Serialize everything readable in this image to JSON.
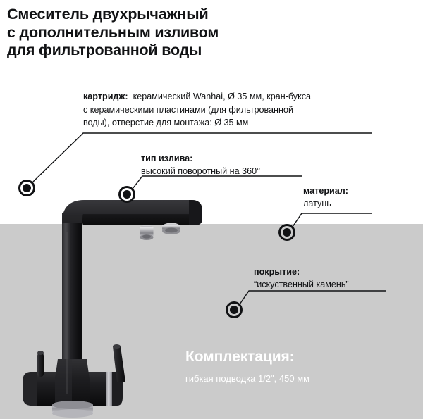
{
  "title": {
    "line1": "Смеситель двухрычажный",
    "line2": "с дополнительным изливом",
    "line3": "для фильтрованной воды"
  },
  "callouts": [
    {
      "id": "cartridge",
      "label": "картридж:",
      "value_line1": "керамический Wanhai, Ø 35 мм, кран-букса",
      "value_line2": "с керамическими пластинами (для фильтрованной",
      "value_line3": "воды), отверстие для монтажа: Ø 35 мм"
    },
    {
      "id": "spout-type",
      "label": "тип излива:",
      "value_line1": "высокий поворотный на 360°"
    },
    {
      "id": "material",
      "label": "материал:",
      "value_line1": "латунь"
    },
    {
      "id": "coating",
      "label": "покрытие:",
      "value_line1": "“искуственный камень”"
    }
  ],
  "kit": {
    "title": "Комплектация:",
    "items_line1": "гибкая подводка 1/2\", 450 мм"
  },
  "colors": {
    "background_top": "#ffffff",
    "background_bottom": "#cbcbcb",
    "text": "#111214",
    "kit_text": "#ffffff",
    "faucet_body": "#1b1b1d",
    "faucet_chrome": "#a9a9ad"
  },
  "icons": {
    "marker": "callout-dot-icon"
  }
}
